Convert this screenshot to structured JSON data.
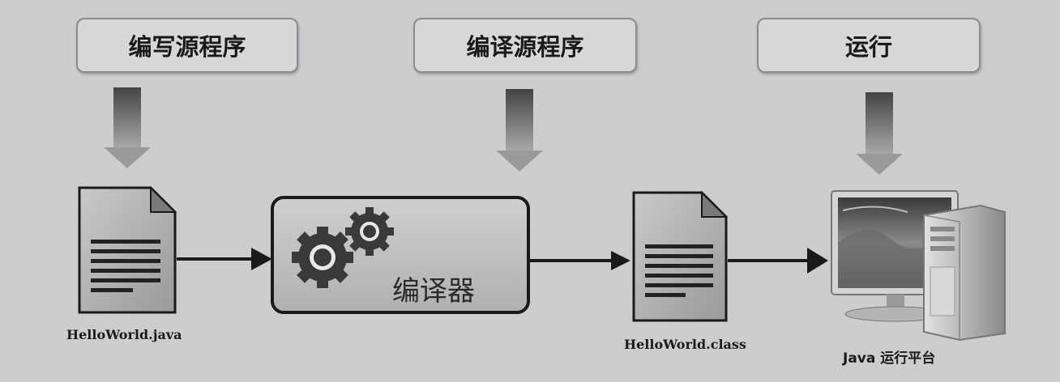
{
  "stages": {
    "write": "编写源程序",
    "compile": "编译源程序",
    "run": "运行"
  },
  "compiler_label": "编译器",
  "files": {
    "source": "HelloWorld.java",
    "class": "HelloWorld.class"
  },
  "platform_label": "Java 运行平台",
  "icons": [
    "down-arrow-icon",
    "document-icon",
    "gear-icon",
    "computer-icon",
    "right-arrow-icon"
  ]
}
